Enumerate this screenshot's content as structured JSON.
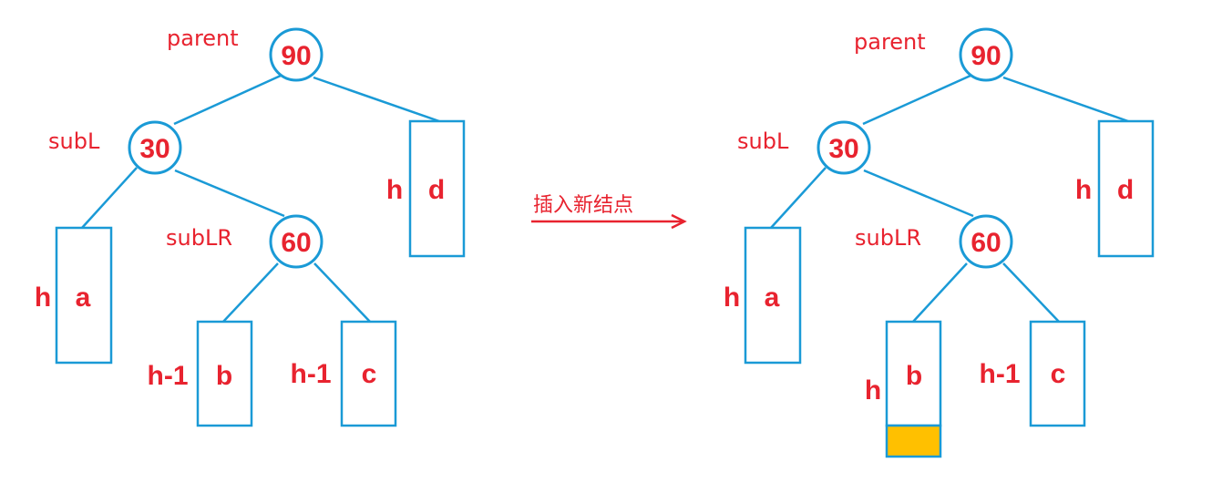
{
  "colors": {
    "stroke": "#1a9ad6",
    "text": "#e8232f",
    "new_node": "#ffc000"
  },
  "arrow_label": "插入新结点",
  "trees": [
    {
      "nodes": {
        "parent": {
          "label": "parent",
          "value": "90"
        },
        "subL": {
          "label": "subL",
          "value": "30"
        },
        "subLR": {
          "label": "subLR",
          "value": "60"
        }
      },
      "subtrees": {
        "a": {
          "name": "a",
          "height": "h"
        },
        "b": {
          "name": "b",
          "height": "h-1"
        },
        "c": {
          "name": "c",
          "height": "h-1"
        },
        "d": {
          "name": "d",
          "height": "h"
        }
      }
    },
    {
      "nodes": {
        "parent": {
          "label": "parent",
          "value": "90"
        },
        "subL": {
          "label": "subL",
          "value": "30"
        },
        "subLR": {
          "label": "subLR",
          "value": "60"
        }
      },
      "subtrees": {
        "a": {
          "name": "a",
          "height": "h"
        },
        "b": {
          "name": "b",
          "height": "h"
        },
        "c": {
          "name": "c",
          "height": "h-1"
        },
        "d": {
          "name": "d",
          "height": "h"
        }
      }
    }
  ]
}
